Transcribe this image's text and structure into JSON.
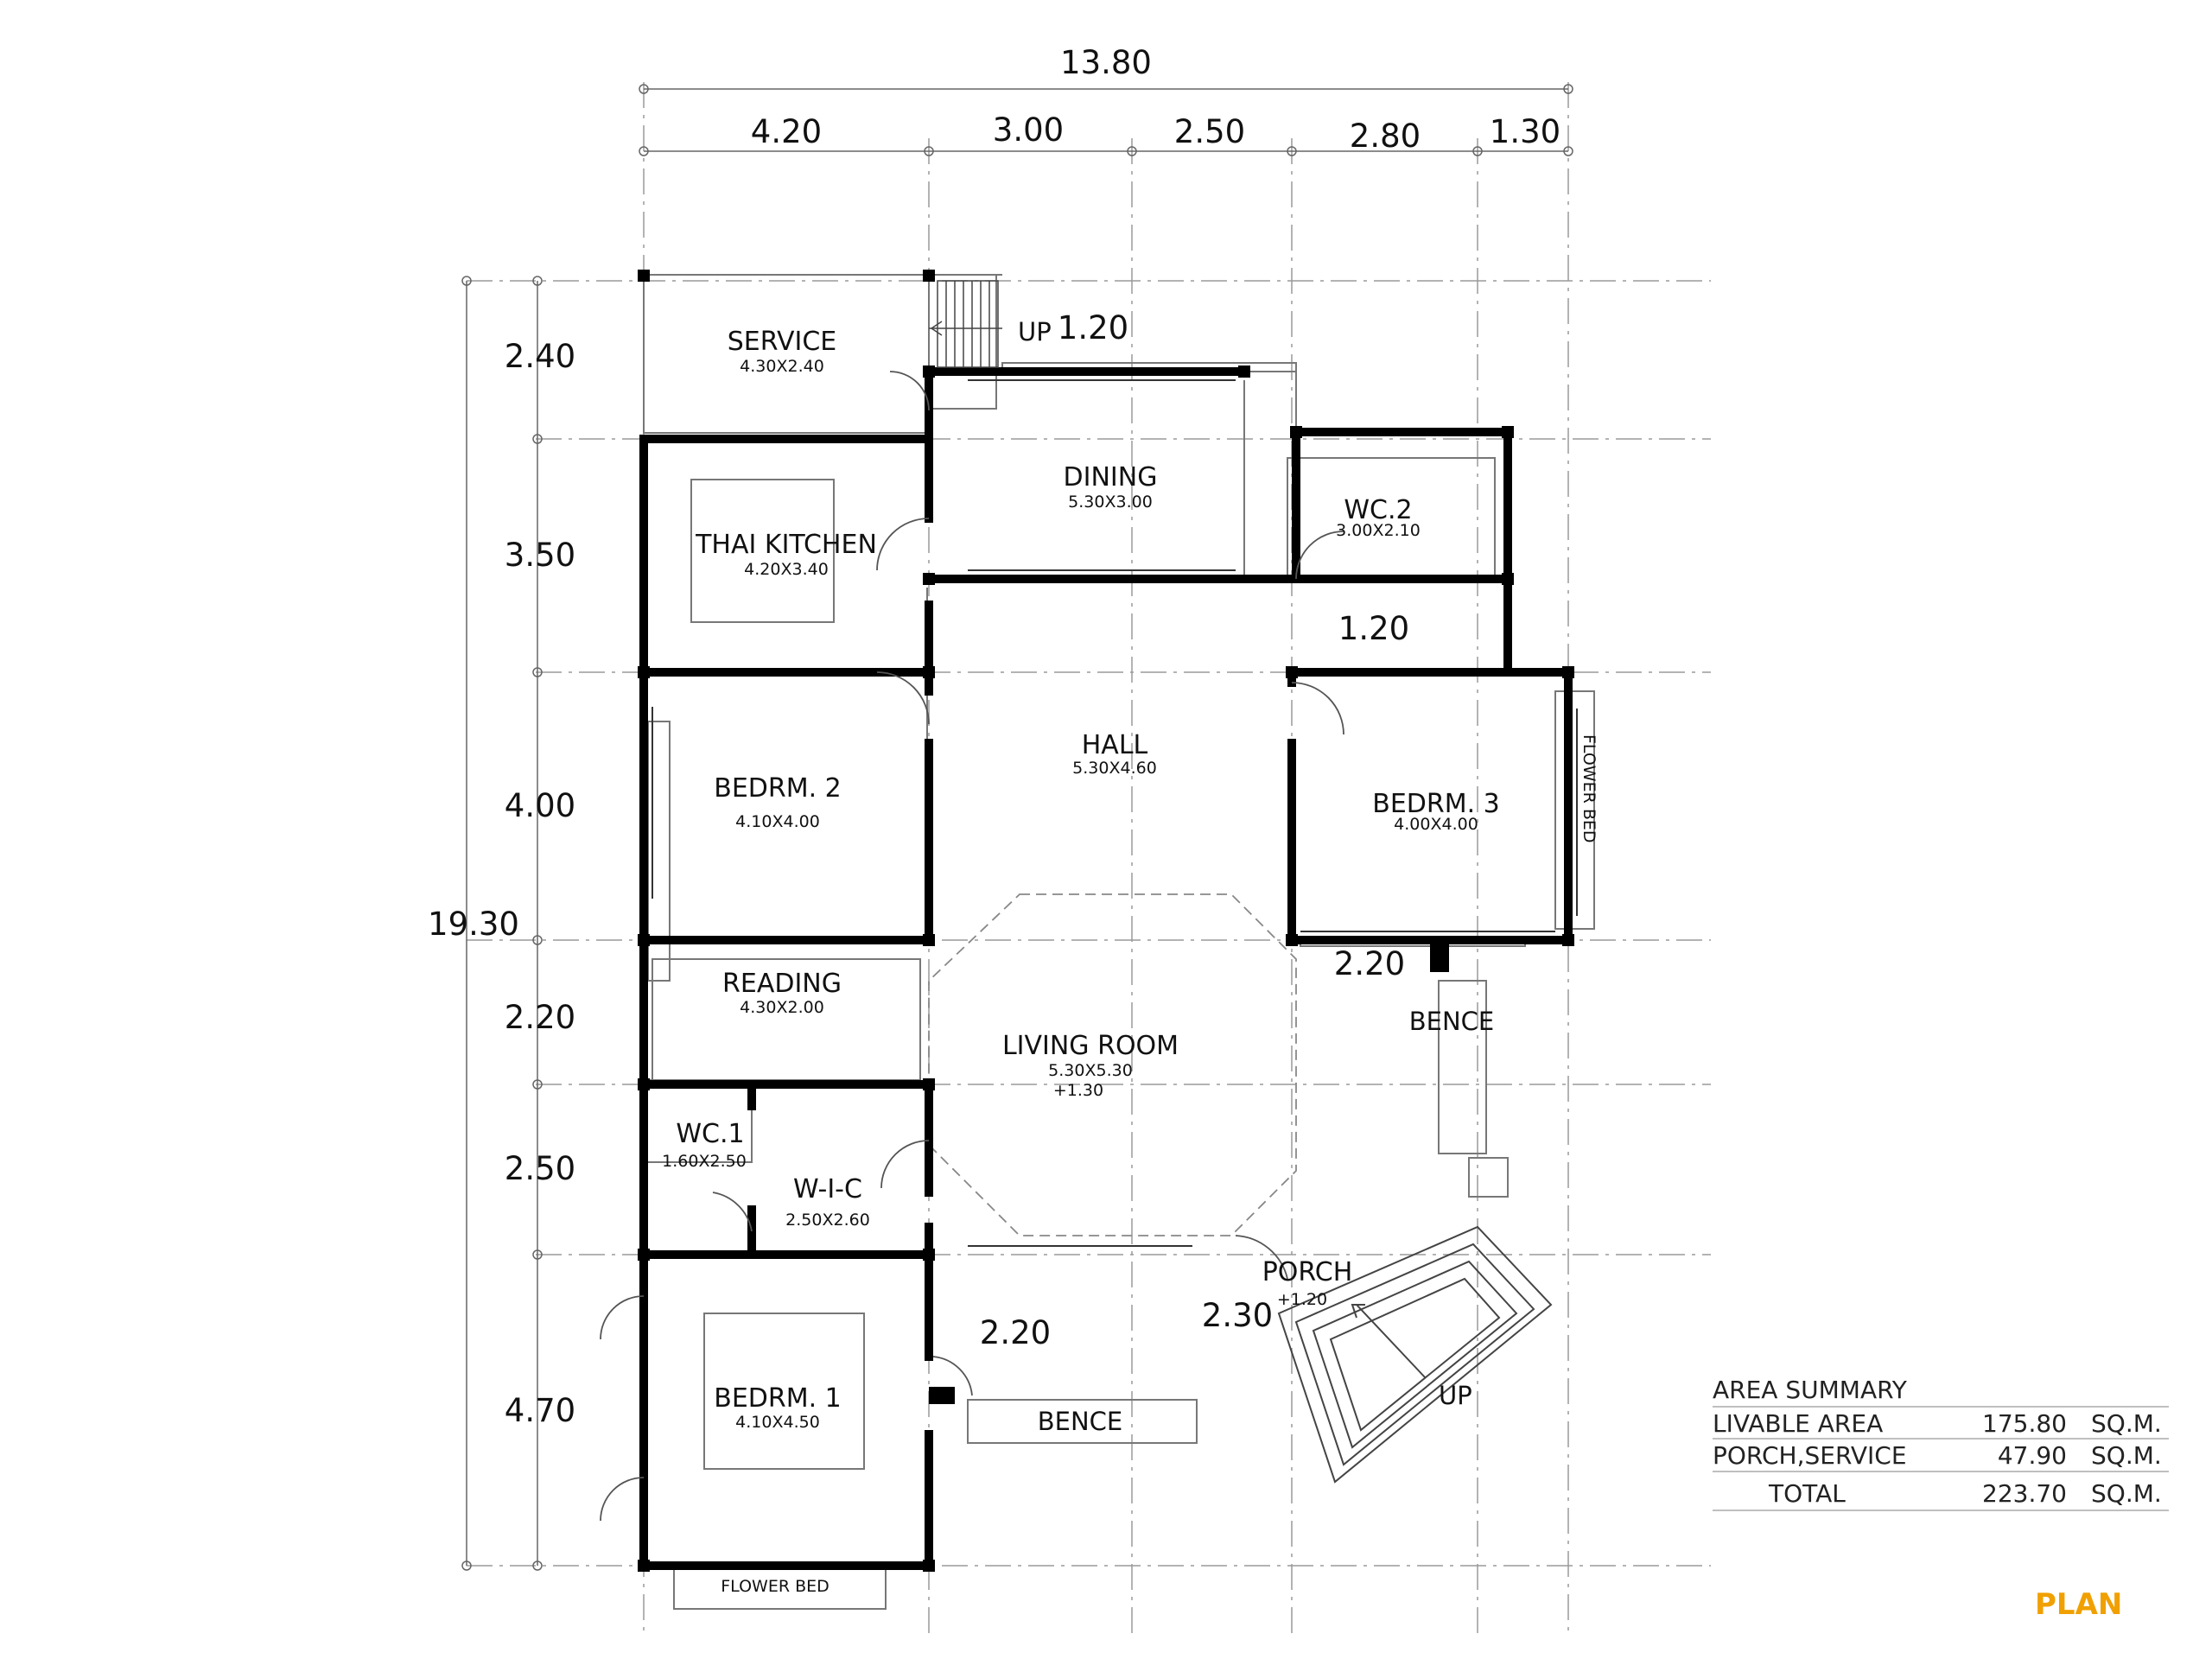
{
  "dimensions": {
    "overall_width": "13.80",
    "overall_depth": "19.30",
    "columns": [
      "4.20",
      "3.00",
      "2.50",
      "2.80",
      "1.30"
    ],
    "rows": [
      "2.40",
      "3.50",
      "4.00",
      "2.20",
      "2.50",
      "4.70"
    ],
    "inner": [
      "1.20",
      "1.20",
      "2.20",
      "2.20",
      "2.30"
    ]
  },
  "rooms": {
    "service": {
      "name": "SERVICE",
      "size": "4.30X2.40"
    },
    "thai_kitchen": {
      "name": "THAI KITCHEN",
      "size": "4.20X3.40"
    },
    "dining": {
      "name": "DINING",
      "size": "5.30X3.00"
    },
    "wc2": {
      "name": "WC.2",
      "size": "3.00X2.10"
    },
    "hall": {
      "name": "HALL",
      "size": "5.30X4.60"
    },
    "bedroom2": {
      "name": "BEDRM. 2",
      "size": "4.10X4.00"
    },
    "bedroom3": {
      "name": "BEDRM. 3",
      "size": "4.00X4.00"
    },
    "reading": {
      "name": "READING",
      "size": "4.30X2.00"
    },
    "living_room": {
      "name": "LIVING ROOM",
      "size": "5.30X5.30",
      "level": "+1.30"
    },
    "wc1": {
      "name": "WC.1",
      "size": "1.60X2.50"
    },
    "wic": {
      "name": "W-I-C",
      "size": "2.50X2.60"
    },
    "bedroom1": {
      "name": "BEDRM. 1",
      "size": "4.10X4.50"
    },
    "porch": {
      "name": "PORCH",
      "level": "+1.20"
    }
  },
  "labels": {
    "up": "UP",
    "bench": "BENCE",
    "flower_bed": "FLOWER BED",
    "plan": "PLAN"
  },
  "area_summary": {
    "title": "AREA SUMMARY",
    "rows": [
      {
        "label": "LIVABLE AREA",
        "value": "175.80",
        "unit": "SQ.M."
      },
      {
        "label": "PORCH,SERVICE",
        "value": "47.90",
        "unit": "SQ.M."
      },
      {
        "label": "TOTAL",
        "value": "223.70",
        "unit": "SQ.M."
      }
    ]
  }
}
